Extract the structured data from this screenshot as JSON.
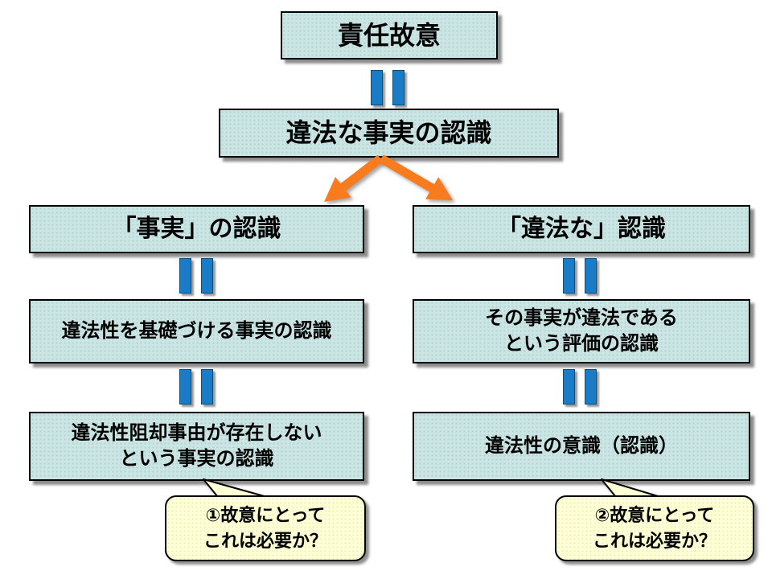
{
  "diagram": {
    "nodes": {
      "top": {
        "label": "責任故意"
      },
      "second": {
        "label": "違法な事実の認識"
      },
      "left1": {
        "label": "「事実」の認識"
      },
      "right1": {
        "label": "「違法な」認識"
      },
      "left2": {
        "label": "違法性を基礎づける事実の認識"
      },
      "right2": {
        "line1": "その事実が違法である",
        "line2": "という評価の認識"
      },
      "left3": {
        "line1": "違法性阻却事由が存在しない",
        "line2": "という事実の認識"
      },
      "right3": {
        "label": "違法性の意識（認識）"
      }
    },
    "callouts": {
      "left": {
        "line1": "①故意にとって",
        "line2": "これは必要か？"
      },
      "right": {
        "line1": "②故意にとって",
        "line2": "これは必要か？"
      }
    },
    "colors": {
      "box_fill": "#cbe5e4",
      "box_border": "#000000",
      "equals_bar": "#1a7cc6",
      "arrow": "#f87b1e",
      "callout_fill": "#feffd5"
    },
    "icons": {
      "equals_connector": "‖",
      "split_arrow": "V-shaped double arrow",
      "callout_tail": "triangle pointer"
    }
  }
}
